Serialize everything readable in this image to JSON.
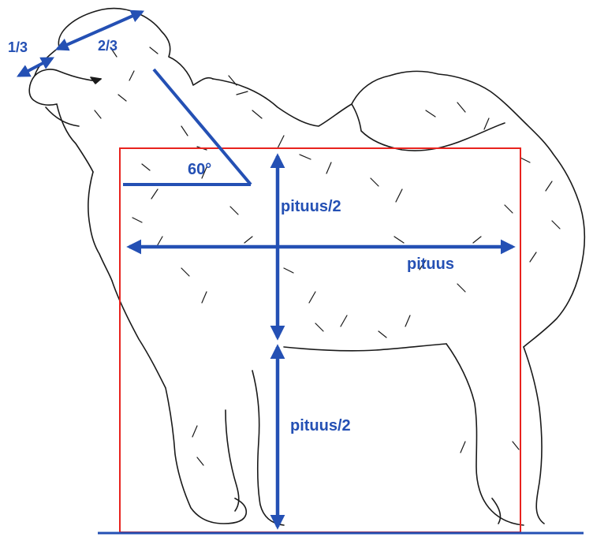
{
  "labels": {
    "head_front": "1/3",
    "head_back": "2/3",
    "angle": "60°",
    "half_upper": "pituus/2",
    "length": "pituus",
    "half_lower": "pituus/2"
  },
  "colors": {
    "measure": "#2450b4",
    "frame": "#e8231e",
    "outline": "#1a1a1a",
    "ground": "#2450b4"
  },
  "icons": [
    "dog-outline-illustration"
  ]
}
